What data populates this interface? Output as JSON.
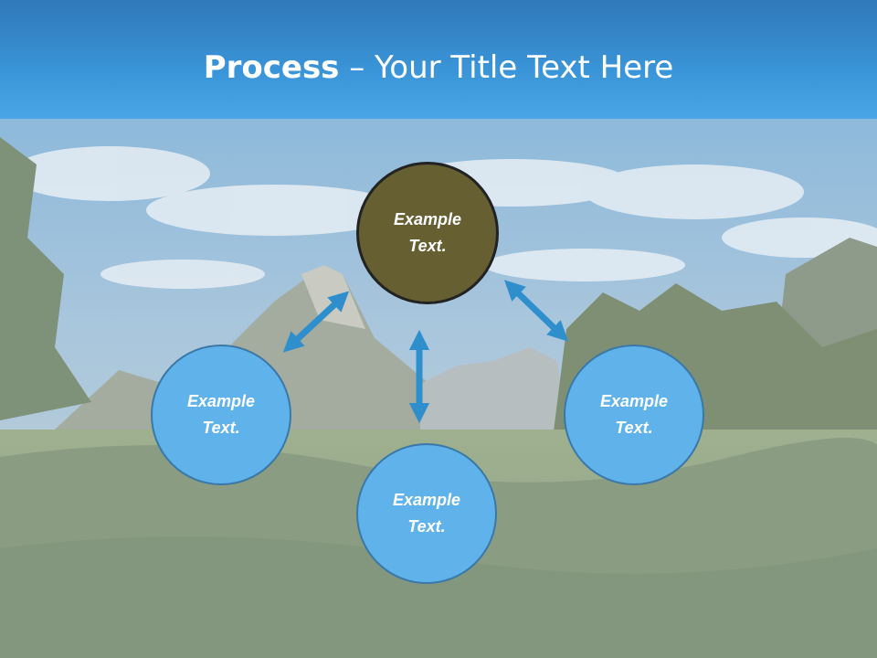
{
  "slide": {
    "title_bold": "Process",
    "title_rest": " – Your Title Text Here"
  },
  "diagram": {
    "nodes": [
      {
        "id": "top",
        "text": "Example\nText.",
        "color": "#655f31"
      },
      {
        "id": "left",
        "text": "Example\nText.",
        "color": "#5fb2ea"
      },
      {
        "id": "bottom",
        "text": "Example\nText.",
        "color": "#5fb2ea"
      },
      {
        "id": "right",
        "text": "Example\nText.",
        "color": "#5fb2ea"
      }
    ],
    "connectors": [
      {
        "from": "top",
        "to": "left",
        "style": "double-arrow"
      },
      {
        "from": "top",
        "to": "bottom",
        "style": "double-arrow"
      },
      {
        "from": "top",
        "to": "right",
        "style": "double-arrow"
      }
    ],
    "arrow_color": "#2f8fcd"
  }
}
